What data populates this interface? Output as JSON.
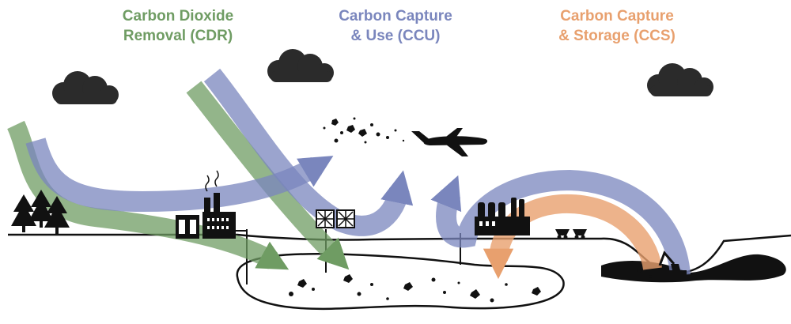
{
  "titles": {
    "cdr": {
      "line1": "Carbon Dioxide",
      "line2": "Removal (CDR)"
    },
    "ccu": {
      "line1": "Carbon Capture",
      "line2": "& Use (CCU)"
    },
    "ccs": {
      "line1": "Carbon Capture",
      "line2": "& Storage (CCS)"
    }
  },
  "colors": {
    "cdr": "#6f9c63",
    "ccu": "#7a86bd",
    "ccs": "#e8a06e",
    "ink": "#111111",
    "cloud": "#2b2b2b"
  },
  "icons": [
    "cloud-icon",
    "tree-icon",
    "factory-icon",
    "airplane-icon",
    "direct-air-capture-fan-icon",
    "industrial-plant-icon",
    "mine-cart-icon",
    "excavator-icon",
    "co2-particle-icon"
  ]
}
